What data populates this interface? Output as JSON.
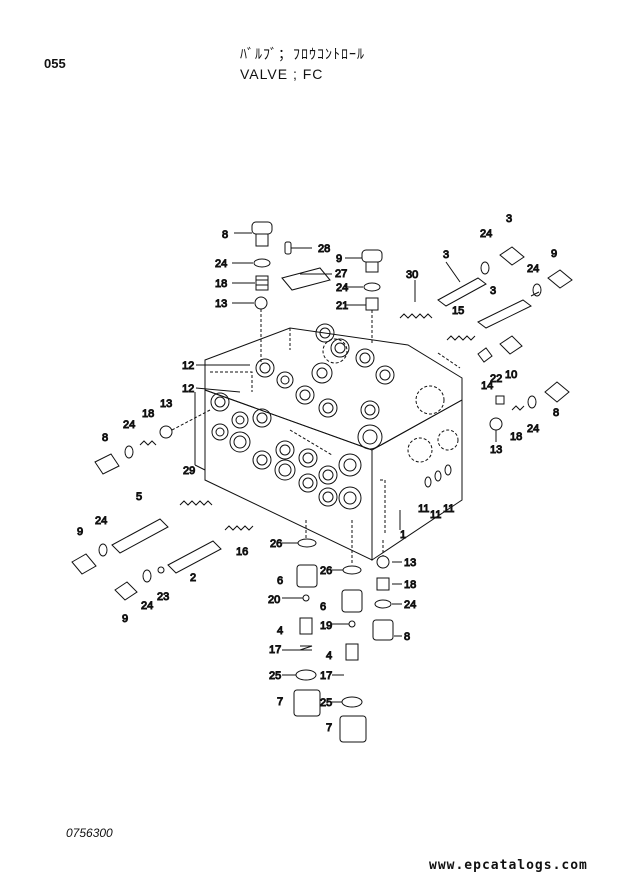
{
  "header": {
    "page_number": "055",
    "title_jp": "ﾊﾞﾙﾌﾞ；ﾌﾛｳｺﾝﾄﾛｰﾙ",
    "title_en": "VALVE ; FC"
  },
  "footer": {
    "doc_code": "0756300",
    "watermark": "www.epcatalogs.com"
  },
  "callouts": {
    "c1": "1",
    "c2": "2",
    "c3a": "3",
    "c3b": "3",
    "c3c": "3",
    "c4a": "4",
    "c4b": "4",
    "c5": "5",
    "c6a": "6",
    "c6b": "6",
    "c7a": "7",
    "c7b": "7",
    "c8a": "8",
    "c8b": "8",
    "c8c": "8",
    "c8d": "8",
    "c9a": "9",
    "c9b": "9",
    "c9c": "9",
    "c9d": "9",
    "c10": "10",
    "c11a": "11",
    "c11b": "11",
    "c11c": "11",
    "c12a": "12",
    "c12b": "12",
    "c13a": "13",
    "c13b": "13",
    "c13c": "13",
    "c13d": "13",
    "c14": "14",
    "c15": "15",
    "c16": "16",
    "c17a": "17",
    "c17b": "17",
    "c18a": "18",
    "c18b": "18",
    "c18c": "18",
    "c18d": "18",
    "c19": "19",
    "c20": "20",
    "c21": "21",
    "c22": "22",
    "c23": "23",
    "c24a": "24",
    "c24b": "24",
    "c24c": "24",
    "c24d": "24",
    "c24e": "24",
    "c24f": "24",
    "c24g": "24",
    "c24h": "24",
    "c25a": "25",
    "c25b": "25",
    "c26a": "26",
    "c26b": "26",
    "c27": "27",
    "c28": "28",
    "c29": "29",
    "c30": "30"
  }
}
